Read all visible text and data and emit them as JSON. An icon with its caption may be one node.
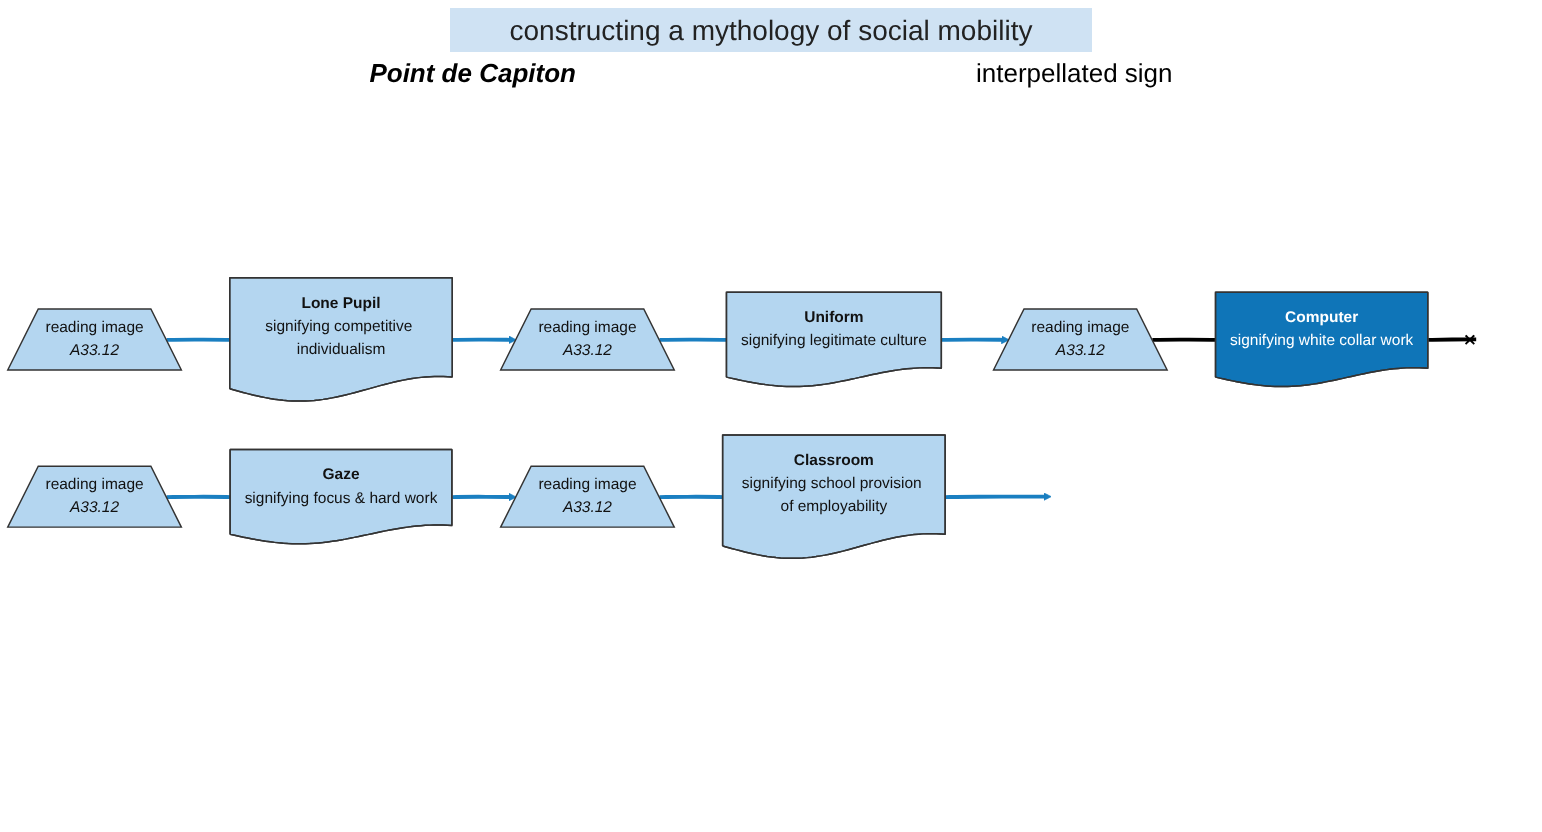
{
  "diagram": {
    "nodes": [
      {
        "text": [
          "Lone Pupil",
          "signifying competitive individualism"
        ]
      },
      {
        "text": [
          "Uniform",
          "signifying legitimate culture"
        ]
      },
      {
        "text": [
          "Computer",
          "signifying white collar work"
        ]
      },
      {
        "text": [
          "Gaze",
          "signifying focus & hard work"
        ]
      },
      {
        "text": [
          "Classroom",
          "signifying school provision of employability"
        ]
      },
      {
        "text": [
          "reading image",
          "A33.12"
        ]
      },
      {
        "text": [
          "reading image",
          "A33.12"
        ]
      },
      {
        "text": [
          "reading image",
          "A33.12"
        ]
      },
      {
        "text": [
          "reading image",
          "A33.12"
        ]
      },
      {
        "text": [
          "reading image",
          "A33.12"
        ]
      }
    ],
    "edges": [
      {
        "from": 5,
        "to": 0,
        "arrow": "none"
      },
      {
        "from": 0,
        "to": 6,
        "arrow": "to"
      },
      {
        "from": 6,
        "to": 1,
        "arrow": "none"
      },
      {
        "from": 1,
        "to": 7,
        "arrow": "to"
      },
      {
        "from": 7,
        "to": 2,
        "arrow": "none",
        "color": "#000000"
      },
      {
        "from": 2,
        "to": null,
        "arrow": "other",
        "color": "#000000"
      },
      {
        "from": 8,
        "to": 3,
        "arrow": "none"
      },
      {
        "from": 3,
        "to": 9,
        "arrow": "to"
      },
      {
        "from": 9,
        "to": 4,
        "arrow": "none"
      },
      {
        "from": 4,
        "to": null,
        "arrow": "to"
      }
    ],
    "labels": [
      "constructing a mythology of social mobility",
      "Point de Capiton",
      "interpellated sign"
    ]
  }
}
